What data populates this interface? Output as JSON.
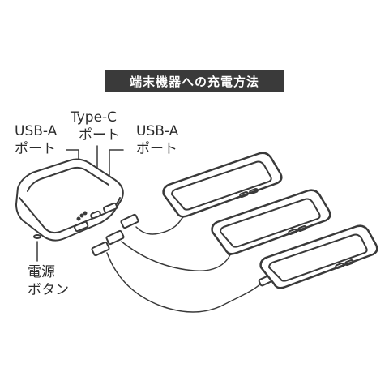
{
  "title": "端末機器への充電方法",
  "labels": {
    "usb_a_left": [
      "USB-A",
      "ポート"
    ],
    "type_c": [
      "Type-C",
      "ポート"
    ],
    "usb_a_right": [
      "USB-A",
      "ポート"
    ],
    "power_button": [
      "電源",
      "ボタン"
    ]
  },
  "colors": {
    "title_bg": "#3a3a3a",
    "title_text": "#ffffff",
    "line": "#3a3a3a",
    "fill": "#ffffff"
  },
  "icons": [
    "power-bank-icon",
    "smartphone-icon",
    "usb-cable-icon"
  ]
}
